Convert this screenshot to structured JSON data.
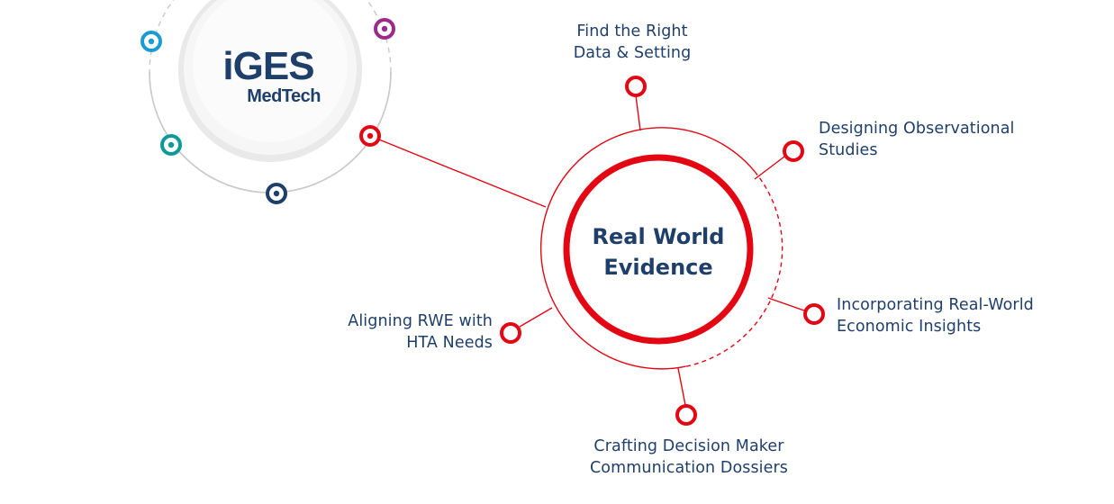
{
  "logo": {
    "line1": "iGES",
    "line2": "MedTech"
  },
  "center": {
    "line1": "Real World",
    "line2": "Evidence"
  },
  "labels": {
    "find_data": "Find the Right\nData & Setting",
    "designing": "Designing Observational\nStudies",
    "incorporating": "Incorporating Real-World\nEconomic Insights",
    "crafting": "Crafting Decision Maker\nCommunication Dossiers",
    "aligning": "Aligning RWE with\nHTA Needs"
  },
  "colors": {
    "red": "#e30613",
    "navy": "#1f3f6b",
    "cyan": "#1a9bd4",
    "teal": "#0f9a9a",
    "purple": "#9b2a8a",
    "gray": "#cfcfcf"
  }
}
